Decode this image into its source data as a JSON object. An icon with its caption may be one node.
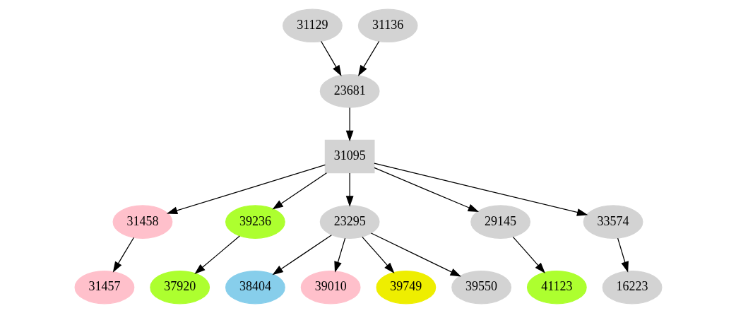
{
  "diagram": {
    "nodes": [
      {
        "text": [
          "31129"
        ]
      },
      {
        "text": [
          "31136"
        ]
      },
      {
        "text": [
          "23681"
        ]
      },
      {
        "text": [
          "31095"
        ]
      },
      {
        "text": [
          "31458"
        ]
      },
      {
        "text": [
          "39236"
        ]
      },
      {
        "text": [
          "23295"
        ]
      },
      {
        "text": [
          "29145"
        ]
      },
      {
        "text": [
          "33574"
        ]
      },
      {
        "text": [
          "31457"
        ]
      },
      {
        "text": [
          "37920"
        ]
      },
      {
        "text": [
          "38404"
        ]
      },
      {
        "text": [
          "39010"
        ]
      },
      {
        "text": [
          "39749"
        ]
      },
      {
        "text": [
          "39550"
        ]
      },
      {
        "text": [
          "41123"
        ]
      },
      {
        "text": [
          "16223"
        ]
      }
    ],
    "edges": [
      {
        "from": 0,
        "to": 2,
        "arrow": "to"
      },
      {
        "from": 1,
        "to": 2,
        "arrow": "to"
      },
      {
        "from": 2,
        "to": 3,
        "arrow": "to"
      },
      {
        "from": 3,
        "to": 4,
        "arrow": "to"
      },
      {
        "from": 3,
        "to": 5,
        "arrow": "to"
      },
      {
        "from": 3,
        "to": 6,
        "arrow": "to"
      },
      {
        "from": 3,
        "to": 7,
        "arrow": "to"
      },
      {
        "from": 3,
        "to": 8,
        "arrow": "to"
      },
      {
        "from": 4,
        "to": 9,
        "arrow": "to"
      },
      {
        "from": 5,
        "to": 10,
        "arrow": "to"
      },
      {
        "from": 6,
        "to": 11,
        "arrow": "to"
      },
      {
        "from": 6,
        "to": 12,
        "arrow": "to"
      },
      {
        "from": 6,
        "to": 13,
        "arrow": "to"
      },
      {
        "from": 6,
        "to": 14,
        "arrow": "to"
      },
      {
        "from": 7,
        "to": 15,
        "arrow": "to"
      },
      {
        "from": 8,
        "to": 16,
        "arrow": "to"
      }
    ]
  }
}
